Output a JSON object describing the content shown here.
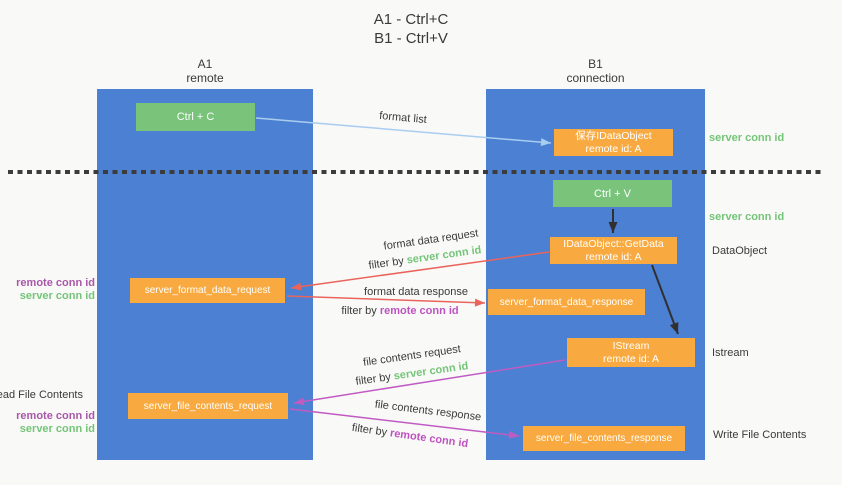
{
  "title": {
    "line1": "A1 - Ctrl+C",
    "line2": "B1 - Ctrl+V"
  },
  "lifelines": {
    "left": {
      "name": "A1",
      "role": "remote"
    },
    "right": {
      "name": "B1",
      "role": "connection"
    }
  },
  "boxes": {
    "ctrl_c": {
      "label": "Ctrl + C"
    },
    "ctrl_v": {
      "label": "Ctrl + V"
    },
    "save_idataobject": {
      "line1": "保存IDataObject",
      "line2": "remote id: A"
    },
    "idataobject_getdata": {
      "line1": "IDataObject::GetData",
      "line2": "remote id: A"
    },
    "istream": {
      "line1": "IStream",
      "line2": "remote id: A"
    },
    "server_format_data_request": {
      "label": "server_format_data_request"
    },
    "server_format_data_response": {
      "label": "server_format_data_response"
    },
    "server_file_contents_request": {
      "label": "server_file_contents_request"
    },
    "server_file_contents_response": {
      "label": "server_file_contents_response"
    }
  },
  "flow_labels": {
    "format_list": "format list",
    "format_data_request": "format data request",
    "format_data_response": "format data response",
    "file_contents_request": "file contents request",
    "file_contents_response": "file contents response",
    "filter_by": "filter by",
    "server_conn_id": "server conn id",
    "remote_conn_id": "remote conn id"
  },
  "side_labels": {
    "right_server_conn_id_top": "server conn id",
    "right_server_conn_id_mid": "server conn id",
    "dataobject": "DataObject",
    "istream": "Istream",
    "write_file_contents": "Write File Contents",
    "read_file_contents": "Read File Contents",
    "left_remote_conn_id_top": "remote conn id",
    "left_server_conn_id_top": "server conn id",
    "left_remote_conn_id_bottom": "remote conn id",
    "left_server_conn_id_bottom": "server conn id"
  },
  "colors": {
    "bg": "#F9F9F8",
    "lifeline_blue": "#4C80D2",
    "box_green": "#79C37B",
    "box_orange": "#F8AA40",
    "arrow_blue": "#A9CDEF",
    "arrow_red": "#E9655C",
    "arrow_magenta": "#C05BC2",
    "arrow_black": "#303030",
    "dash": "#3C3C3C",
    "text_dark": "#3A3A3A",
    "text_green": "#74C578",
    "text_purple": "#A958A9",
    "text_magenta": "#BF52C1"
  }
}
